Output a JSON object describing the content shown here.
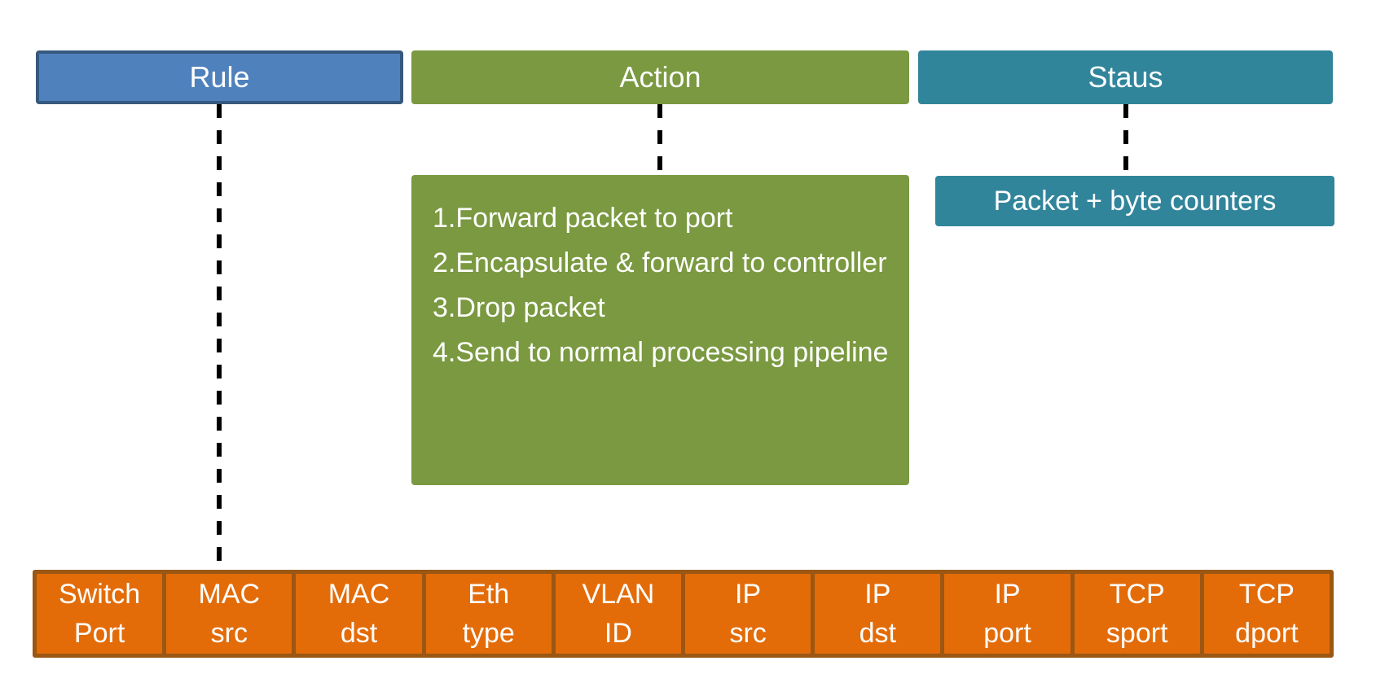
{
  "diagram": {
    "title": "flow-table-entry-diagram",
    "headers": {
      "rule": "Rule",
      "action": "Action",
      "status": "Staus"
    },
    "action_list": {
      "items": [
        "1.Forward packet to port",
        "2.Encapsulate & forward to controller",
        "3.Drop packet",
        "4.Send to normal processing pipeline"
      ]
    },
    "counters_box": {
      "label": "Packet + byte counters"
    },
    "fields": [
      {
        "line1": "Switch",
        "line2": "Port"
      },
      {
        "line1": "MAC",
        "line2": "src"
      },
      {
        "line1": "MAC",
        "line2": "dst"
      },
      {
        "line1": "Eth",
        "line2": "type"
      },
      {
        "line1": "VLAN",
        "line2": "ID"
      },
      {
        "line1": "IP",
        "line2": "src"
      },
      {
        "line1": "IP",
        "line2": "dst"
      },
      {
        "line1": "IP",
        "line2": "port"
      },
      {
        "line1": "TCP",
        "line2": "sport"
      },
      {
        "line1": "TCP",
        "line2": "dport"
      }
    ]
  },
  "colors": {
    "blue_fill": "#4f81bd",
    "blue_border": "#36597f",
    "green_fill": "#7a9940",
    "teal_fill": "#31859b",
    "orange_fill": "#e36c09",
    "orange_border": "#9b5713",
    "line_color": "#000000",
    "text_color": "#ffffff",
    "background": "#ffffff"
  }
}
